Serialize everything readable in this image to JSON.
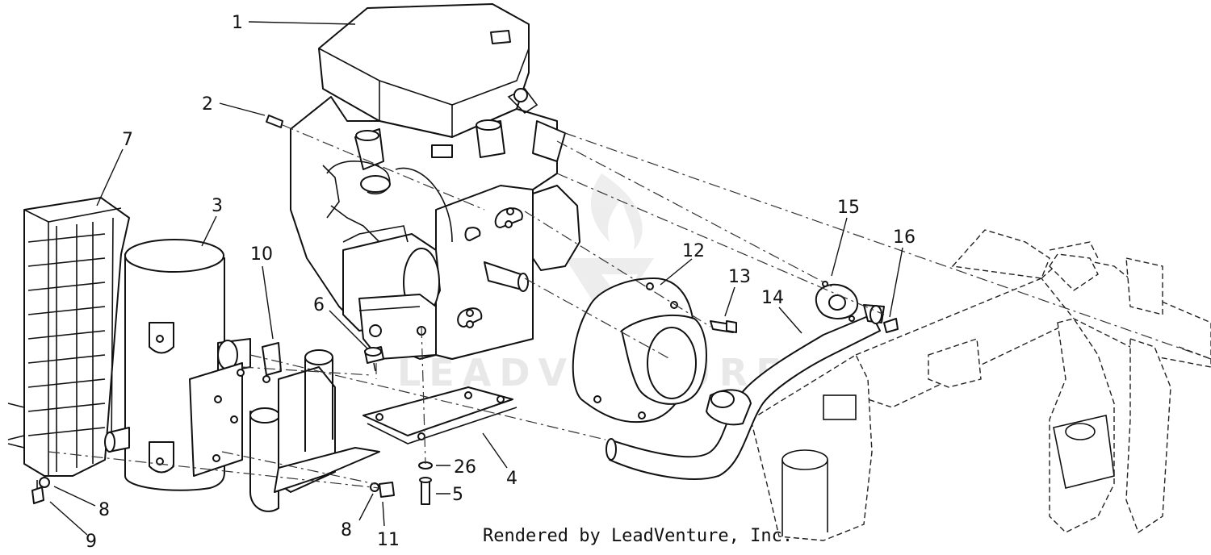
{
  "watermark": "LEADVENTURE",
  "credit": "Rendered by LeadVenture, Inc.",
  "callouts": [
    {
      "id": "1",
      "label": "1"
    },
    {
      "id": "2",
      "label": "2"
    },
    {
      "id": "3",
      "label": "3"
    },
    {
      "id": "4",
      "label": "4"
    },
    {
      "id": "5",
      "label": "5"
    },
    {
      "id": "6",
      "label": "6"
    },
    {
      "id": "7",
      "label": "7"
    },
    {
      "id": "8a",
      "label": "8"
    },
    {
      "id": "8b",
      "label": "8"
    },
    {
      "id": "9",
      "label": "9"
    },
    {
      "id": "10",
      "label": "10"
    },
    {
      "id": "11",
      "label": "11"
    },
    {
      "id": "12",
      "label": "12"
    },
    {
      "id": "13",
      "label": "13"
    },
    {
      "id": "14",
      "label": "14"
    },
    {
      "id": "15",
      "label": "15"
    },
    {
      "id": "16",
      "label": "16"
    },
    {
      "id": "26",
      "label": "26"
    }
  ]
}
